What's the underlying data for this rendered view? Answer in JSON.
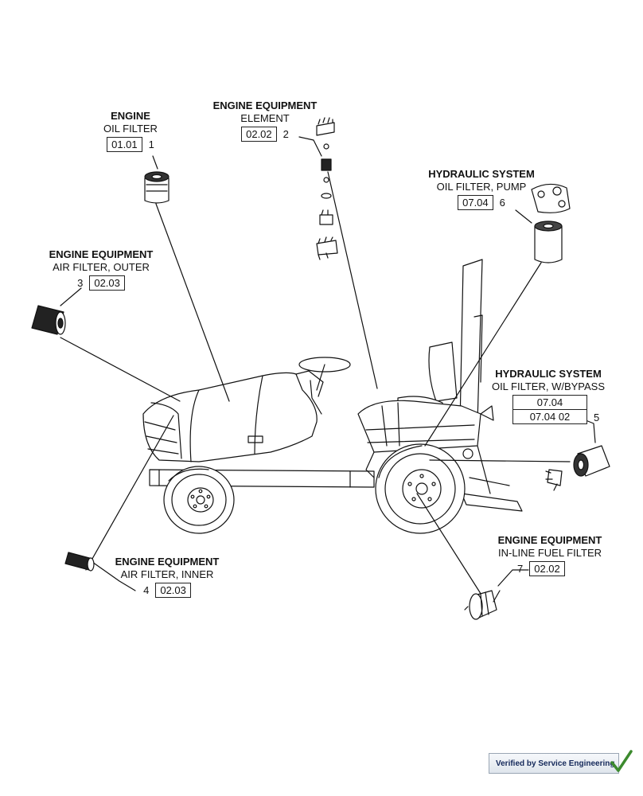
{
  "callouts": {
    "engine_oil_filter": {
      "title": "ENGINE",
      "sub": "OIL FILTER",
      "code": "01.01",
      "num": "1"
    },
    "element": {
      "title": "ENGINE EQUIPMENT",
      "sub": "ELEMENT",
      "code": "02.02",
      "num": "2"
    },
    "hyd_pump": {
      "title": "HYDRAULIC SYSTEM",
      "sub": "OIL FILTER, PUMP",
      "code": "07.04",
      "num": "6"
    },
    "air_outer": {
      "title": "ENGINE EQUIPMENT",
      "sub": "AIR FILTER, OUTER",
      "code": "02.03",
      "num": "3"
    },
    "hyd_bypass": {
      "title": "HYDRAULIC SYSTEM",
      "sub": "OIL FILTER, W/BYPASS",
      "codes": [
        "07.04",
        "07.04 02"
      ],
      "num": "5"
    },
    "air_inner": {
      "title": "ENGINE EQUIPMENT",
      "sub": "AIR FILTER, INNER",
      "code": "02.03",
      "num": "4"
    },
    "fuel": {
      "title": "ENGINE EQUIPMENT",
      "sub": "IN-LINE FUEL FILTER",
      "code": "02.02",
      "num": "7"
    }
  },
  "badge": {
    "label": "Verified by Service Engineering"
  },
  "icons": [
    "checkmark-icon"
  ]
}
